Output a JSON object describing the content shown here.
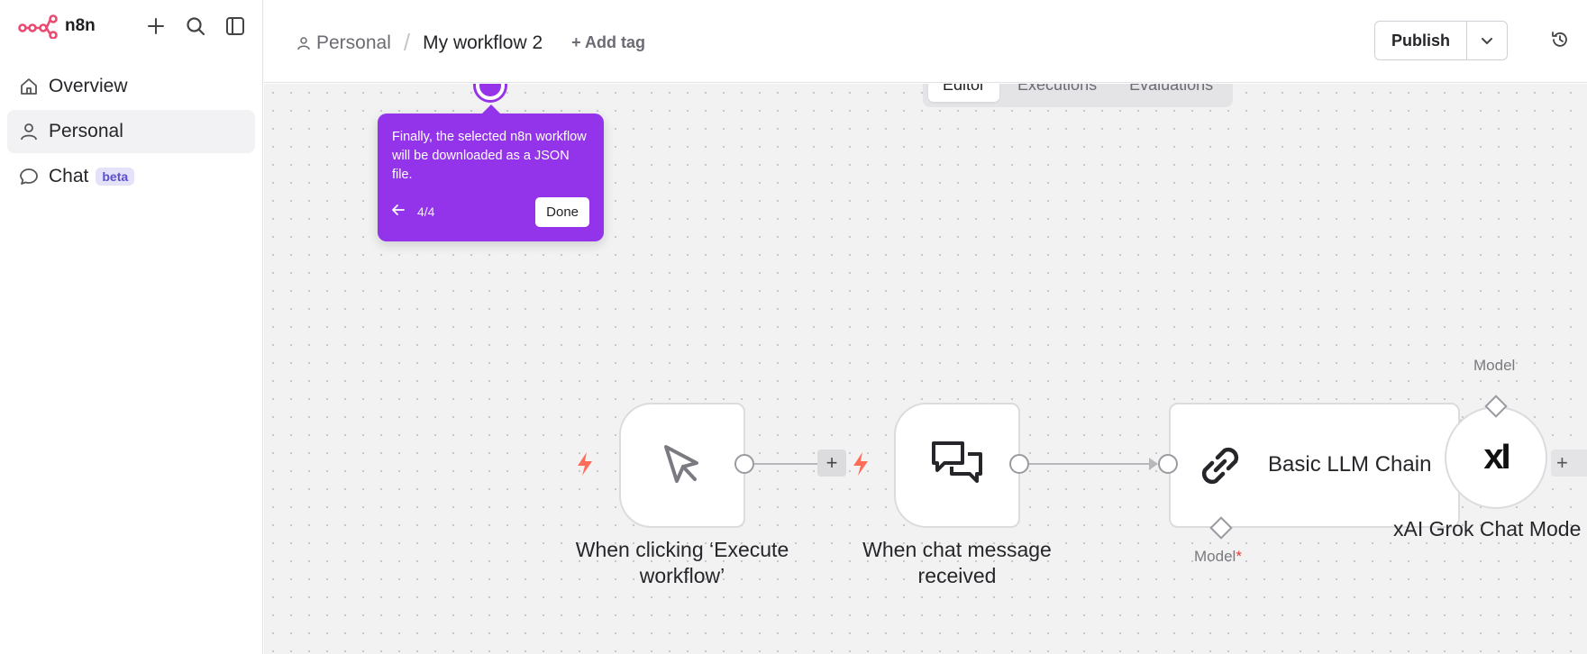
{
  "app": {
    "name": "n8n",
    "brand_color": "#ea4b71"
  },
  "sidebar": {
    "items": [
      {
        "label": "Overview",
        "icon": "home-icon"
      },
      {
        "label": "Personal",
        "icon": "user-icon"
      },
      {
        "label": "Chat",
        "icon": "chat-icon",
        "badge": "beta"
      }
    ]
  },
  "header": {
    "project": "Personal",
    "workflow_name": "My workflow 2",
    "add_tag": "+ Add tag",
    "publish_label": "Publish"
  },
  "tabs": [
    {
      "label": "Editor",
      "active": true
    },
    {
      "label": "Executions",
      "active": false
    },
    {
      "label": "Evaluations",
      "active": false
    }
  ],
  "tour": {
    "text": "Finally, the selected n8n workflow will be downloaded as a JSON file.",
    "step": "4/4",
    "done_label": "Done",
    "color": "#9333ea"
  },
  "nodes": {
    "manual_trigger": {
      "label": "When clicking ‘Execute workflow’"
    },
    "chat_trigger": {
      "label": "When chat message received"
    },
    "llm_chain": {
      "label": "Basic LLM Chain",
      "model_input": "Model",
      "required_mark": "*"
    },
    "grok_model": {
      "label": "xAI Grok Chat Mode",
      "model_output": "Model",
      "logo_text": "xI"
    }
  }
}
